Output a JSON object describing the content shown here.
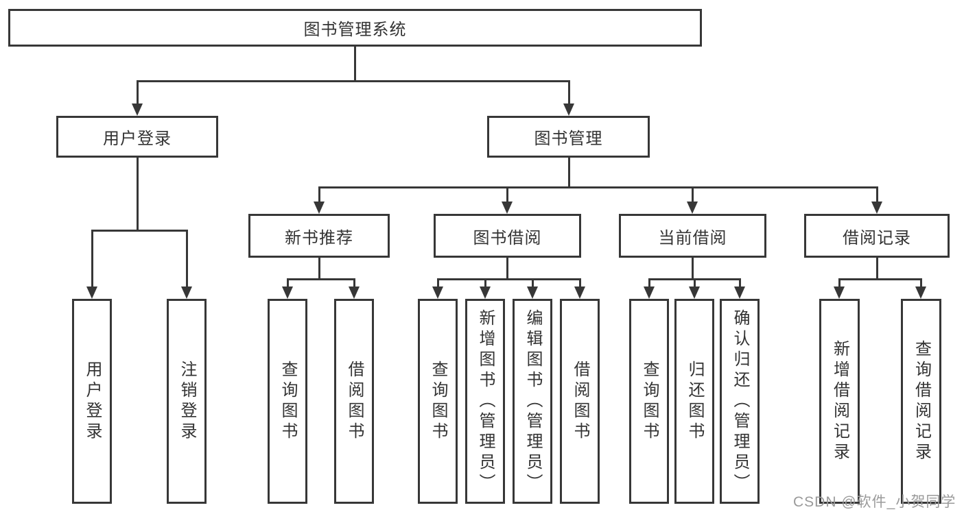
{
  "nodes": {
    "root": "图书管理系统",
    "user_login": "用户登录",
    "book_management": "图书管理",
    "new_books": "新书推荐",
    "book_borrow": "图书借阅",
    "current_borrow": "当前借阅",
    "borrow_records": "借阅记录",
    "leaves": {
      "login": [
        "用户登录",
        "注销登录"
      ],
      "new_books": [
        "查询图书",
        "借阅图书"
      ],
      "borrow": [
        "查询图书",
        "新增图书（管理员）",
        "编辑图书（管理员）",
        "借阅图书"
      ],
      "current": [
        "查询图书",
        "归还图书",
        "确认归还（管理员）"
      ],
      "records": [
        "新增借阅记录",
        "查询借阅记录"
      ]
    }
  },
  "watermark": "CSDN @软件_小贺同学",
  "colors": {
    "line": "#373737",
    "text": "#333333",
    "watermark": "#9a9a9a",
    "background": "#ffffff"
  }
}
